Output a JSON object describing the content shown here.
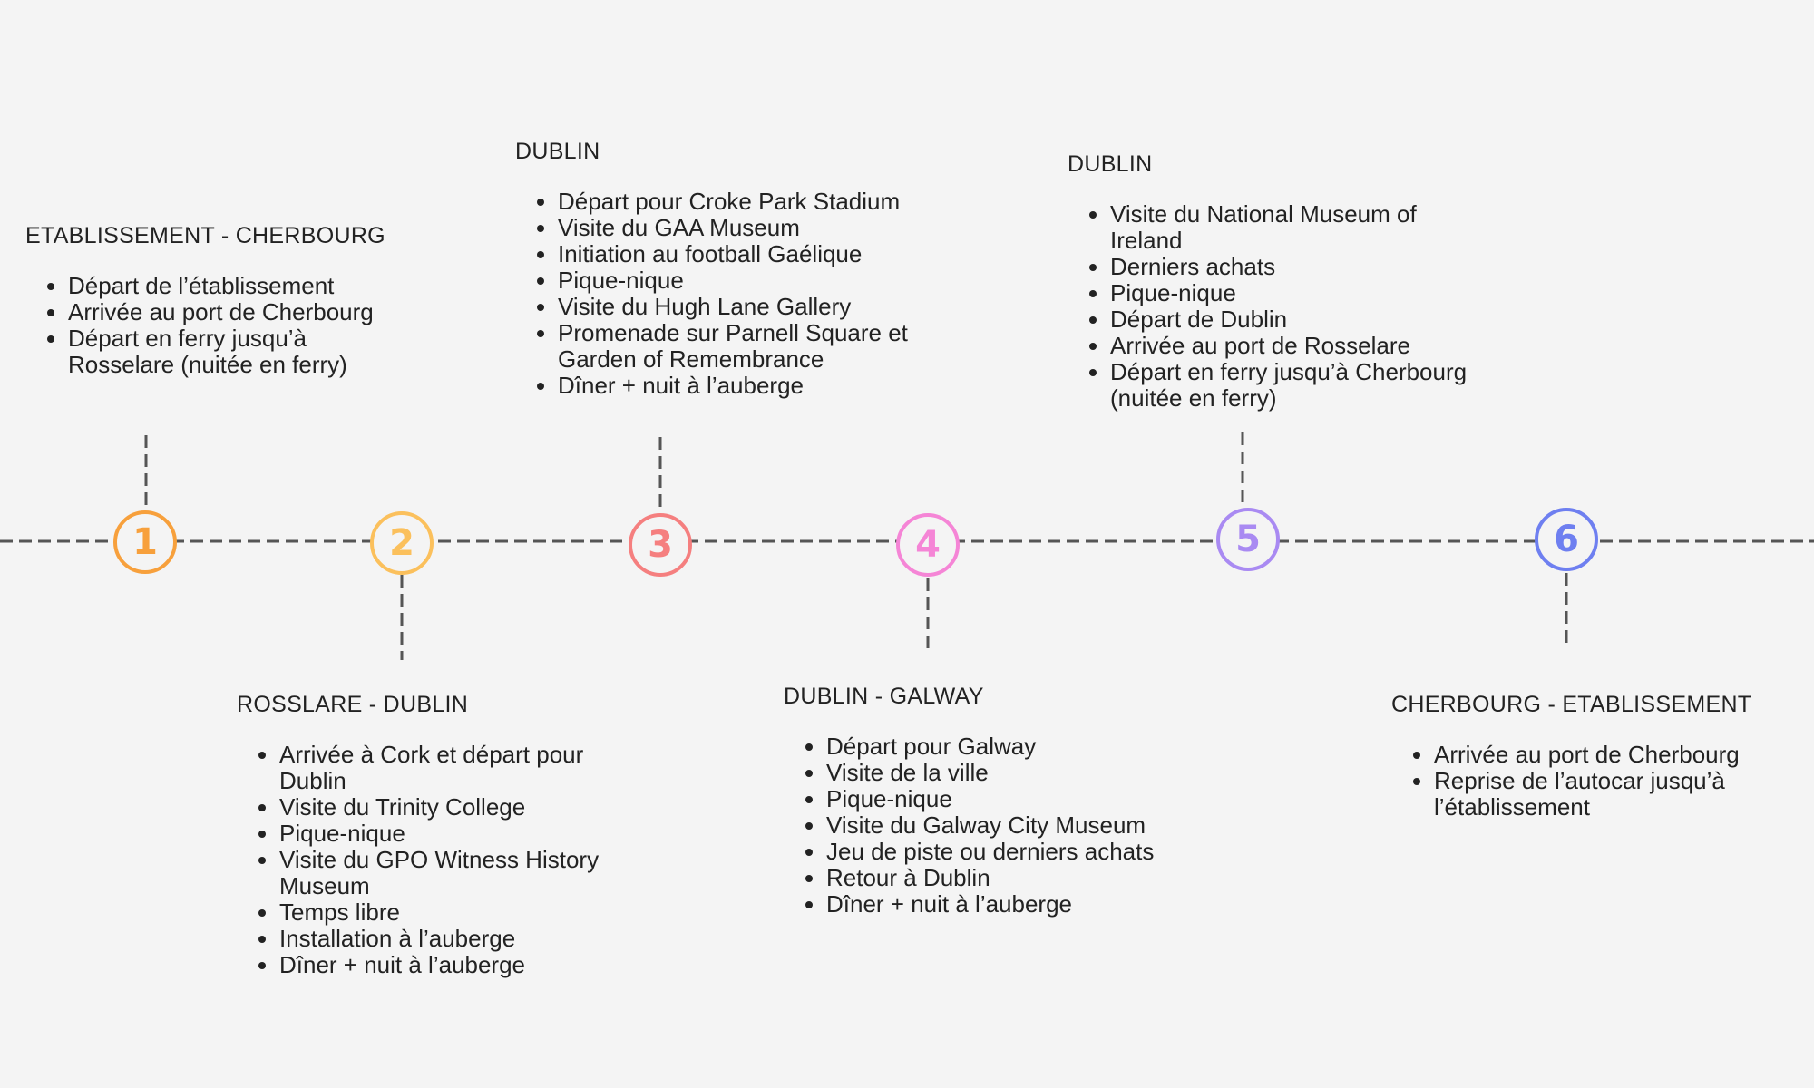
{
  "colors": {
    "background": "#f4f4f4",
    "line": "#555555",
    "markers": [
      "#f7a03c",
      "#fbc05c",
      "#f57f7f",
      "#f585d6",
      "#a98af2",
      "#6e7ff0"
    ]
  },
  "steps": [
    {
      "number": "1",
      "title": "ETABLISSEMENT - CHERBOURG",
      "items": [
        "Départ de l’établissement",
        "Arrivée au port de Cherbourg",
        "Départ en ferry jusqu’à Rosselare (nuitée en ferry)"
      ]
    },
    {
      "number": "2",
      "title": "ROSSLARE - DUBLIN",
      "items": [
        "Arrivée à Cork et départ pour Dublin",
        "Visite du Trinity College",
        "Pique-nique",
        "Visite du GPO Witness History Museum",
        "Temps libre",
        "Installation à l’auberge",
        "Dîner + nuit  à l’auberge"
      ]
    },
    {
      "number": "3",
      "title": "DUBLIN",
      "items": [
        "Départ pour Croke Park Stadium",
        "Visite du GAA Museum",
        "Initiation au football Gaélique",
        "Pique-nique",
        "Visite du Hugh Lane Gallery",
        "Promenade sur Parnell Square et Garden of Remembrance",
        "Dîner + nuit à l’auberge"
      ]
    },
    {
      "number": "4",
      "title": "DUBLIN - GALWAY",
      "items": [
        "Départ pour Galway",
        "Visite de la ville",
        "Pique-nique",
        "Visite du Galway City Museum",
        "Jeu de piste ou derniers achats",
        "Retour à Dublin",
        "Dîner + nuit à l’auberge"
      ]
    },
    {
      "number": "5",
      "title": "DUBLIN",
      "items": [
        "Visite du National Museum of Ireland",
        "Derniers achats",
        "Pique-nique",
        "Départ de Dublin",
        "Arrivée au port de Rosselare",
        "Départ en ferry jusqu’à Cherbourg (nuitée en ferry)"
      ]
    },
    {
      "number": "6",
      "title": "CHERBOURG - ETABLISSEMENT",
      "items": [
        "Arrivée au port de Cherbourg",
        "Reprise de l’autocar jusqu’à l’établissement"
      ]
    }
  ]
}
